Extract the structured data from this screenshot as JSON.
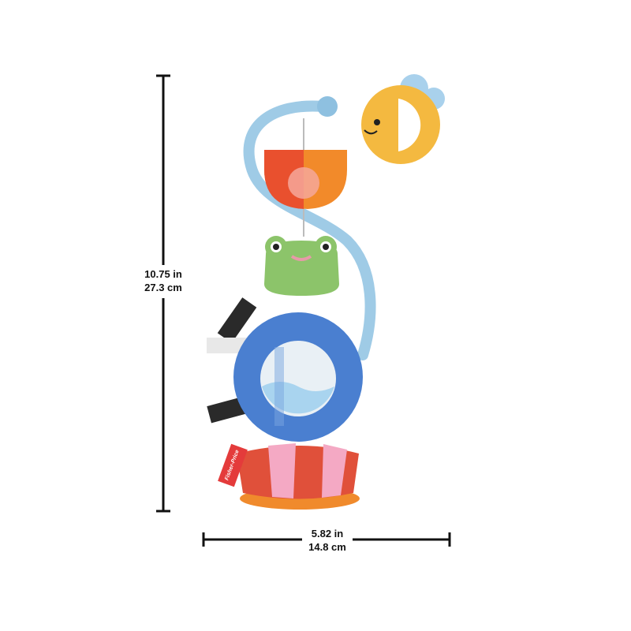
{
  "dimensions": {
    "height": {
      "imperial": "10.75 in",
      "metric": "27.3 cm"
    },
    "width": {
      "imperial": "5.82 in",
      "metric": "14.8 cm"
    }
  },
  "product": {
    "brand_tag": "Fisher-Price",
    "colors": {
      "arm": "#9fcbe6",
      "bee": "#f4b940",
      "ring": "#4a7fd0",
      "frog": "#8cc46a",
      "base": "#e0503a",
      "base_pink": "#f4a9c4",
      "suction": "#f08a2c"
    }
  }
}
